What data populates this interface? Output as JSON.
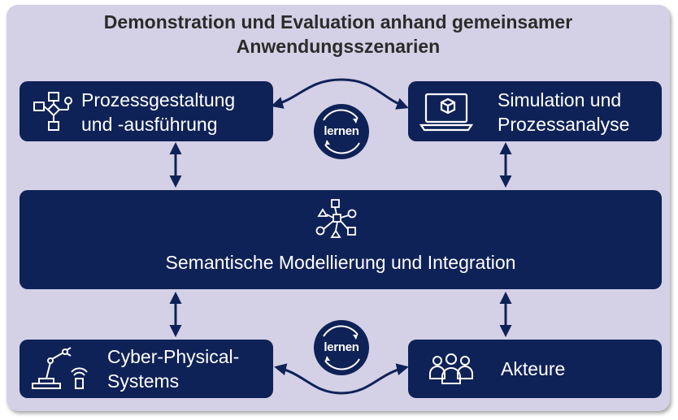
{
  "title": {
    "line1": "Demonstration und Evaluation anhand gemeinsamer",
    "line2": "Anwendungsszenarien"
  },
  "boxes": {
    "process_design": {
      "line1": "Prozessgestaltung",
      "line2": "und -ausführung",
      "icon": "flowchart-icon"
    },
    "simulation": {
      "line1": "Simulation und",
      "line2": "Prozessanalyse",
      "icon": "laptop-cube-icon"
    },
    "semantic": {
      "label": "Semantische Modellierung und Integration",
      "icon": "network-shapes-icon"
    },
    "cps": {
      "line1": "Cyber-Physical-",
      "line2": "Systems",
      "icon": "robot-arm-icon"
    },
    "actors": {
      "label": "Akteure",
      "icon": "people-group-icon"
    }
  },
  "cycles": {
    "top": {
      "label": "lernen"
    },
    "bottom": {
      "label": "lernen"
    }
  },
  "colors": {
    "box_fill": "#0f2257",
    "background": "#d4d0e6",
    "text_light": "#ffffff",
    "title_text": "#2b2b2b"
  }
}
